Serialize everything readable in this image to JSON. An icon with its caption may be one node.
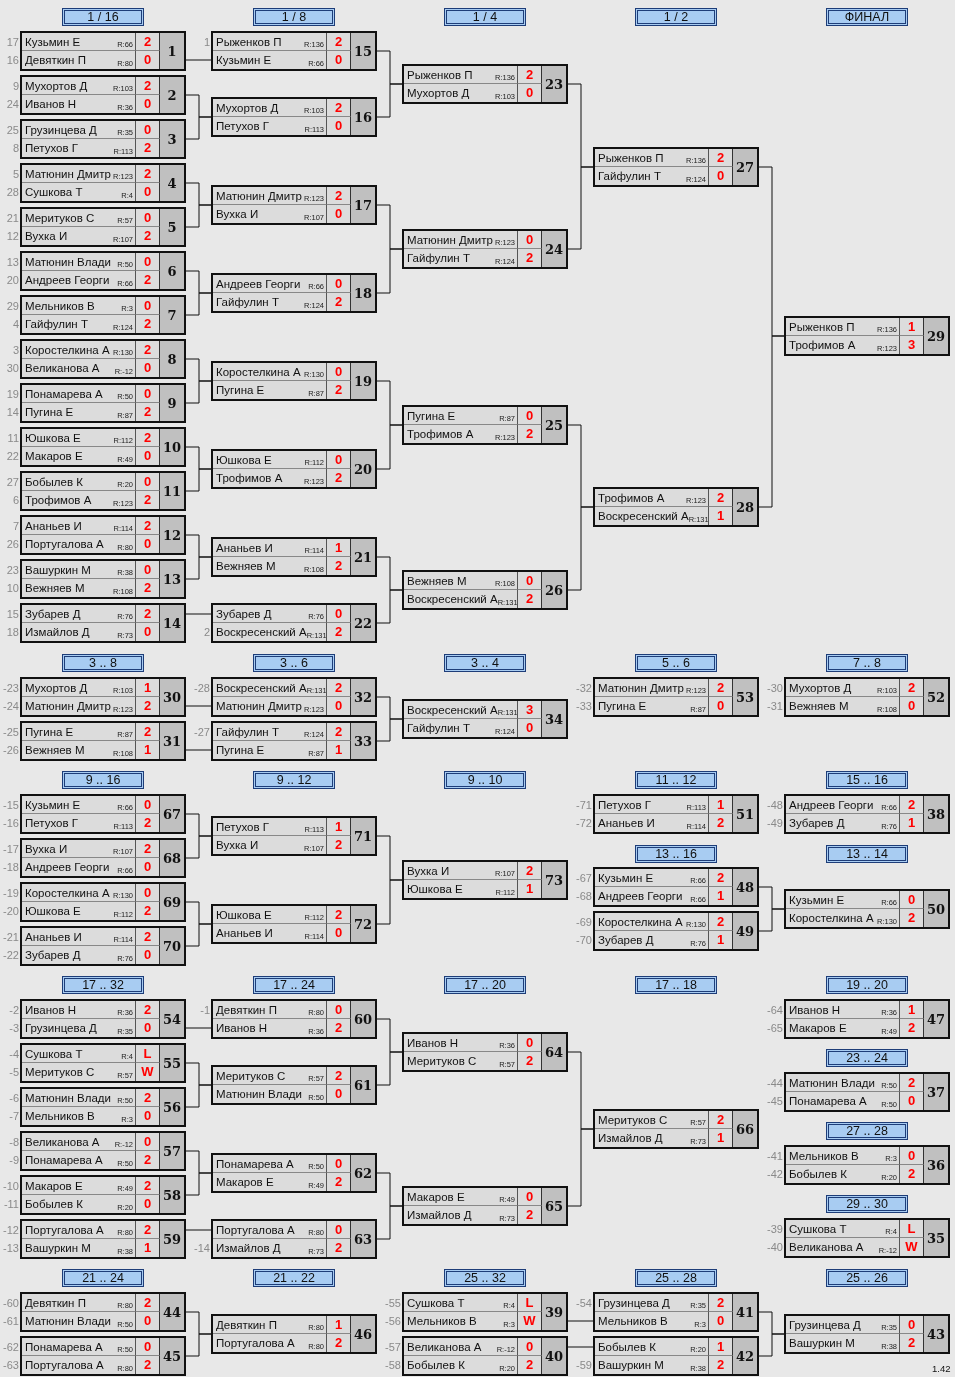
{
  "diagram": {
    "nodes": [
      {
        "text": [
          "1 / 16"
        ]
      },
      {
        "text": [
          "1 / 8"
        ]
      },
      {
        "text": [
          "1 / 4"
        ]
      },
      {
        "text": [
          "1 / 2"
        ]
      },
      {
        "text": [
          "ФИНАЛ"
        ]
      },
      {
        "text": [
          "Кузьмин Е",
          "R:66",
          "2",
          "Девяткин П",
          "R:80",
          "0",
          "1"
        ],
        "beside": [
          "17",
          "16"
        ]
      },
      {
        "text": [
          "Мухортов Д",
          "R:103",
          "2",
          "Иванов Н",
          "R:36",
          "0",
          "2"
        ],
        "beside": [
          "9",
          "24"
        ]
      },
      {
        "text": [
          "Грузинцева Д",
          "R:35",
          "0",
          "Петухов Г",
          "R:113",
          "2",
          "3"
        ],
        "beside": [
          "25",
          "8"
        ]
      },
      {
        "text": [
          "Матюнин Дмитр",
          "R:123",
          "2",
          "Сушкова Т",
          "R:4",
          "0",
          "4"
        ],
        "beside": [
          "5",
          "28"
        ]
      },
      {
        "text": [
          "Меритуков С",
          "R:57",
          "0",
          "Вухка И",
          "R:107",
          "2",
          "5"
        ],
        "beside": [
          "21",
          "12"
        ]
      },
      {
        "text": [
          "Матюнин Влади",
          "R:50",
          "0",
          "Андреев Георги",
          "R:66",
          "2",
          "6"
        ],
        "beside": [
          "13",
          "20"
        ]
      },
      {
        "text": [
          "Мельников В",
          "R:3",
          "0",
          "Гайфулин Т",
          "R:124",
          "2",
          "7"
        ],
        "beside": [
          "29",
          "4"
        ]
      },
      {
        "text": [
          "Коростелкина А",
          "R:130",
          "2",
          "Великанова А",
          "R:-12",
          "0",
          "8"
        ],
        "beside": [
          "3",
          "30"
        ]
      },
      {
        "text": [
          "Понамарева А",
          "R:50",
          "0",
          "Пугина Е",
          "R:87",
          "2",
          "9"
        ],
        "beside": [
          "19",
          "14"
        ]
      },
      {
        "text": [
          "Юшкова Е",
          "R:112",
          "2",
          "Макаров Е",
          "R:49",
          "0",
          "10"
        ],
        "beside": [
          "11",
          "22"
        ]
      },
      {
        "text": [
          "Бобылев К",
          "R:20",
          "0",
          "Трофимов А",
          "R:123",
          "2",
          "11"
        ],
        "beside": [
          "27",
          "6"
        ]
      },
      {
        "text": [
          "Ананьев И",
          "R:114",
          "2",
          "Португалова А",
          "R:80",
          "0",
          "12"
        ],
        "beside": [
          "7",
          "26"
        ]
      },
      {
        "text": [
          "Вашуркин М",
          "R:38",
          "0",
          "Вежняев М",
          "R:108",
          "2",
          "13"
        ],
        "beside": [
          "23",
          "10"
        ]
      },
      {
        "text": [
          "Зубарев Д",
          "R:76",
          "2",
          "Измайлов Д",
          "R:73",
          "0",
          "14"
        ],
        "beside": [
          "15",
          "18"
        ]
      },
      {
        "text": [
          "Рыженков П",
          "R:136",
          "2",
          "Кузьмин Е",
          "R:66",
          "0",
          "15"
        ],
        "beside": [
          "1"
        ]
      },
      {
        "text": [
          "Мухортов Д",
          "R:103",
          "2",
          "Петухов Г",
          "R:113",
          "0",
          "16"
        ]
      },
      {
        "text": [
          "Матюнин Дмитр",
          "R:123",
          "2",
          "Вухка И",
          "R:107",
          "0",
          "17"
        ]
      },
      {
        "text": [
          "Андреев Георги",
          "R:66",
          "0",
          "Гайфулин Т",
          "R:124",
          "2",
          "18"
        ]
      },
      {
        "text": [
          "Коростелкина А",
          "R:130",
          "0",
          "Пугина Е",
          "R:87",
          "2",
          "19"
        ]
      },
      {
        "text": [
          "Юшкова Е",
          "R:112",
          "0",
          "Трофимов А",
          "R:123",
          "2",
          "20"
        ]
      },
      {
        "text": [
          "Ананьев И",
          "R:114",
          "1",
          "Вежняев М",
          "R:108",
          "2",
          "21"
        ]
      },
      {
        "text": [
          "Зубарев Д",
          "R:76",
          "0",
          "Воскресенский А",
          "R:131",
          "2",
          "22"
        ],
        "beside": [
          "2"
        ]
      },
      {
        "text": [
          "Рыженков П",
          "R:136",
          "2",
          "Мухортов Д",
          "R:103",
          "0",
          "23"
        ]
      },
      {
        "text": [
          "Матюнин Дмитр",
          "R:123",
          "0",
          "Гайфулин Т",
          "R:124",
          "2",
          "24"
        ]
      },
      {
        "text": [
          "Пугина Е",
          "R:87",
          "0",
          "Трофимов А",
          "R:123",
          "2",
          "25"
        ]
      },
      {
        "text": [
          "Вежняев М",
          "R:108",
          "0",
          "Воскресенский А",
          "R:131",
          "2",
          "26"
        ]
      },
      {
        "text": [
          "Рыженков П",
          "R:136",
          "2",
          "Гайфулин Т",
          "R:124",
          "0",
          "27"
        ]
      },
      {
        "text": [
          "Трофимов А",
          "R:123",
          "2",
          "Воскресенский А",
          "R:131",
          "1",
          "28"
        ]
      },
      {
        "text": [
          "Рыженков П",
          "R:136",
          "1",
          "Трофимов А",
          "R:123",
          "3",
          "29"
        ]
      },
      {
        "text": [
          "3 .. 8"
        ]
      },
      {
        "text": [
          "3 .. 6"
        ]
      },
      {
        "text": [
          "3 .. 4"
        ]
      },
      {
        "text": [
          "5 .. 6"
        ]
      },
      {
        "text": [
          "7 .. 8"
        ]
      },
      {
        "text": [
          "Мухортов Д",
          "R:103",
          "1",
          "Матюнин Дмитр",
          "R:123",
          "2",
          "30"
        ],
        "beside": [
          "-23",
          "-24"
        ]
      },
      {
        "text": [
          "Пугина Е",
          "R:87",
          "2",
          "Вежняев М",
          "R:108",
          "1",
          "31"
        ],
        "beside": [
          "-25",
          "-26"
        ]
      },
      {
        "text": [
          "Воскресенский А",
          "R:131",
          "2",
          "Матюнин Дмитр",
          "R:123",
          "0",
          "32"
        ],
        "beside": [
          "-28"
        ]
      },
      {
        "text": [
          "Гайфулин Т",
          "R:124",
          "2",
          "Пугина Е",
          "R:87",
          "1",
          "33"
        ],
        "beside": [
          "-27"
        ]
      },
      {
        "text": [
          "Воскресенский А",
          "R:131",
          "3",
          "Гайфулин Т",
          "R:124",
          "0",
          "34"
        ]
      },
      {
        "text": [
          "Матюнин Дмитр",
          "R:123",
          "2",
          "Пугина Е",
          "R:87",
          "0",
          "53"
        ],
        "beside": [
          "-32",
          "-33"
        ]
      },
      {
        "text": [
          "Мухортов Д",
          "R:103",
          "2",
          "Вежняев М",
          "R:108",
          "0",
          "52"
        ],
        "beside": [
          "-30",
          "-31"
        ]
      },
      {
        "text": [
          "9 .. 16"
        ]
      },
      {
        "text": [
          "9 .. 12"
        ]
      },
      {
        "text": [
          "9 .. 10"
        ]
      },
      {
        "text": [
          "11 .. 12"
        ]
      },
      {
        "text": [
          "15 .. 16"
        ]
      },
      {
        "text": [
          "Кузьмин Е",
          "R:66",
          "0",
          "Петухов Г",
          "R:113",
          "2",
          "67"
        ],
        "beside": [
          "-15",
          "-16"
        ]
      },
      {
        "text": [
          "Вухка И",
          "R:107",
          "2",
          "Андреев Георги",
          "R:66",
          "0",
          "68"
        ],
        "beside": [
          "-17",
          "-18"
        ]
      },
      {
        "text": [
          "Коростелкина А",
          "R:130",
          "0",
          "Юшкова Е",
          "R:112",
          "2",
          "69"
        ],
        "beside": [
          "-19",
          "-20"
        ]
      },
      {
        "text": [
          "Ананьев И",
          "R:114",
          "2",
          "Зубарев Д",
          "R:76",
          "0",
          "70"
        ],
        "beside": [
          "-21",
          "-22"
        ]
      },
      {
        "text": [
          "Петухов Г",
          "R:113",
          "1",
          "Вухка И",
          "R:107",
          "2",
          "71"
        ]
      },
      {
        "text": [
          "Юшкова Е",
          "R:112",
          "2",
          "Ананьев И",
          "R:114",
          "0",
          "72"
        ]
      },
      {
        "text": [
          "Вухка И",
          "R:107",
          "2",
          "Юшкова Е",
          "R:112",
          "1",
          "73"
        ]
      },
      {
        "text": [
          "Петухов Г",
          "R:113",
          "1",
          "Ананьев И",
          "R:114",
          "2",
          "51"
        ],
        "beside": [
          "-71",
          "-72"
        ]
      },
      {
        "text": [
          "Андреев Георги",
          "R:66",
          "2",
          "Зубарев Д",
          "R:76",
          "1",
          "38"
        ],
        "beside": [
          "-48",
          "-49"
        ]
      },
      {
        "text": [
          "13 .. 16"
        ]
      },
      {
        "text": [
          "13 .. 14"
        ]
      },
      {
        "text": [
          "Кузьмин Е",
          "R:66",
          "2",
          "Андреев Георги",
          "R:66",
          "1",
          "48"
        ],
        "beside": [
          "-67",
          "-68"
        ]
      },
      {
        "text": [
          "Коростелкина А",
          "R:130",
          "2",
          "Зубарев Д",
          "R:76",
          "1",
          "49"
        ],
        "beside": [
          "-69",
          "-70"
        ]
      },
      {
        "text": [
          "Кузьмин Е",
          "R:66",
          "0",
          "Коростелкина А",
          "R:130",
          "2",
          "50"
        ]
      },
      {
        "text": [
          "17 .. 32"
        ]
      },
      {
        "text": [
          "17 .. 24"
        ]
      },
      {
        "text": [
          "17 .. 20"
        ]
      },
      {
        "text": [
          "17 .. 18"
        ]
      },
      {
        "text": [
          "19 .. 20"
        ]
      },
      {
        "text": [
          "Иванов Н",
          "R:36",
          "2",
          "Грузинцева Д",
          "R:35",
          "0",
          "54"
        ],
        "beside": [
          "-2",
          "-3"
        ]
      },
      {
        "text": [
          "Сушкова Т",
          "R:4",
          "L",
          "Меритуков С",
          "R:57",
          "W",
          "55"
        ],
        "beside": [
          "-4",
          "-5"
        ]
      },
      {
        "text": [
          "Матюнин Влади",
          "R:50",
          "2",
          "Мельников В",
          "R:3",
          "0",
          "56"
        ],
        "beside": [
          "-6",
          "-7"
        ]
      },
      {
        "text": [
          "Великанова А",
          "R:-12",
          "0",
          "Понамарева А",
          "R:50",
          "2",
          "57"
        ],
        "beside": [
          "-8",
          "-9"
        ]
      },
      {
        "text": [
          "Макаров Е",
          "R:49",
          "2",
          "Бобылев К",
          "R:20",
          "0",
          "58"
        ],
        "beside": [
          "-10",
          "-11"
        ]
      },
      {
        "text": [
          "Португалова А",
          "R:80",
          "2",
          "Вашуркин М",
          "R:38",
          "1",
          "59"
        ],
        "beside": [
          "-12",
          "-13"
        ]
      },
      {
        "text": [
          "Девяткин П",
          "R:80",
          "0",
          "Иванов Н",
          "R:36",
          "2",
          "60"
        ],
        "beside": [
          "-1"
        ]
      },
      {
        "text": [
          "Меритуков С",
          "R:57",
          "2",
          "Матюнин Влади",
          "R:50",
          "0",
          "61"
        ]
      },
      {
        "text": [
          "Понамарева А",
          "R:50",
          "0",
          "Макаров Е",
          "R:49",
          "2",
          "62"
        ]
      },
      {
        "text": [
          "Португалова А",
          "R:80",
          "0",
          "Измайлов Д",
          "R:73",
          "2",
          "63"
        ],
        "beside": [
          "-14"
        ]
      },
      {
        "text": [
          "Иванов Н",
          "R:36",
          "0",
          "Меритуков С",
          "R:57",
          "2",
          "64"
        ]
      },
      {
        "text": [
          "Макаров Е",
          "R:49",
          "0",
          "Измайлов Д",
          "R:73",
          "2",
          "65"
        ]
      },
      {
        "text": [
          "Меритуков С",
          "R:57",
          "2",
          "Измайлов Д",
          "R:73",
          "1",
          "66"
        ]
      },
      {
        "text": [
          "Иванов Н",
          "R:36",
          "1",
          "Макаров Е",
          "R:49",
          "2",
          "47"
        ],
        "beside": [
          "-64",
          "-65"
        ]
      },
      {
        "text": [
          "23 .. 24"
        ]
      },
      {
        "text": [
          "Матюнин Влади",
          "R:50",
          "2",
          "Понамарева А",
          "R:50",
          "0",
          "37"
        ],
        "beside": [
          "-44",
          "-45"
        ]
      },
      {
        "text": [
          "27 .. 28"
        ]
      },
      {
        "text": [
          "Мельников В",
          "R:3",
          "0",
          "Бобылев К",
          "R:20",
          "2",
          "36"
        ],
        "beside": [
          "-41",
          "-42"
        ]
      },
      {
        "text": [
          "29 .. 30"
        ]
      },
      {
        "text": [
          "Сушкова Т",
          "R:4",
          "L",
          "Великанова А",
          "R:-12",
          "W",
          "35"
        ],
        "beside": [
          "-39",
          "-40"
        ]
      },
      {
        "text": [
          "21 .. 24"
        ]
      },
      {
        "text": [
          "21 .. 22"
        ]
      },
      {
        "text": [
          "25 .. 32"
        ]
      },
      {
        "text": [
          "25 .. 28"
        ]
      },
      {
        "text": [
          "25 .. 26"
        ]
      },
      {
        "text": [
          "Девяткин П",
          "R:80",
          "2",
          "Матюнин Влади",
          "R:50",
          "0",
          "44"
        ],
        "beside": [
          "-60",
          "-61"
        ]
      },
      {
        "text": [
          "Понамарева А",
          "R:50",
          "0",
          "Португалова А",
          "R:80",
          "2",
          "45"
        ],
        "beside": [
          "-62",
          "-63"
        ]
      },
      {
        "text": [
          "Девяткин П",
          "R:80",
          "1",
          "Португалова А",
          "R:80",
          "2",
          "46"
        ]
      },
      {
        "text": [
          "Сушкова Т",
          "R:4",
          "L",
          "Мельников В",
          "R:3",
          "W",
          "39"
        ],
        "beside": [
          "-55",
          "-56"
        ]
      },
      {
        "text": [
          "Великанова А",
          "R:-12",
          "0",
          "Бобылев К",
          "R:20",
          "2",
          "40"
        ],
        "beside": [
          "-57",
          "-58"
        ]
      },
      {
        "text": [
          "Грузинцева Д",
          "R:35",
          "2",
          "Мельников В",
          "R:3",
          "0",
          "41"
        ],
        "beside": [
          "-54"
        ]
      },
      {
        "text": [
          "Бобылев К",
          "R:20",
          "1",
          "Вашуркин М",
          "R:38",
          "2",
          "42"
        ],
        "beside": [
          "-59"
        ]
      },
      {
        "text": [
          "Грузинцева Д",
          "R:35",
          "0",
          "Вашуркин М",
          "R:38",
          "2",
          "43"
        ]
      }
    ],
    "edges": [
      {
        "from": 5,
        "to": 19,
        "arrow": "none"
      },
      {
        "from": 6,
        "to": 20,
        "arrow": "none"
      },
      {
        "from": 7,
        "to": 20,
        "arrow": "none"
      },
      {
        "from": 8,
        "to": 21,
        "arrow": "none"
      },
      {
        "from": 9,
        "to": 21,
        "arrow": "none"
      },
      {
        "from": 10,
        "to": 22,
        "arrow": "none"
      },
      {
        "from": 11,
        "to": 22,
        "arrow": "none"
      },
      {
        "from": 12,
        "to": 23,
        "arrow": "none"
      },
      {
        "from": 13,
        "to": 23,
        "arrow": "none"
      },
      {
        "from": 14,
        "to": 24,
        "arrow": "none"
      },
      {
        "from": 15,
        "to": 24,
        "arrow": "none"
      },
      {
        "from": 16,
        "to": 25,
        "arrow": "none"
      },
      {
        "from": 17,
        "to": 25,
        "arrow": "none"
      },
      {
        "from": 18,
        "to": 26,
        "arrow": "none"
      },
      {
        "from": 19,
        "to": 27,
        "arrow": "none"
      },
      {
        "from": 20,
        "to": 27,
        "arrow": "none"
      },
      {
        "from": 21,
        "to": 28,
        "arrow": "none"
      },
      {
        "from": 22,
        "to": 28,
        "arrow": "none"
      },
      {
        "from": 23,
        "to": 29,
        "arrow": "none"
      },
      {
        "from": 24,
        "to": 29,
        "arrow": "none"
      },
      {
        "from": 25,
        "to": 30,
        "arrow": "none"
      },
      {
        "from": 26,
        "to": 30,
        "arrow": "none"
      },
      {
        "from": 27,
        "to": 31,
        "arrow": "none"
      },
      {
        "from": 28,
        "to": 31,
        "arrow": "none"
      },
      {
        "from": 29,
        "to": 32,
        "arrow": "none"
      },
      {
        "from": 30,
        "to": 32,
        "arrow": "none"
      },
      {
        "from": 31,
        "to": 33,
        "arrow": "none"
      },
      {
        "from": 32,
        "to": 33,
        "arrow": "none"
      },
      {
        "from": 39,
        "to": 41,
        "arrow": "none"
      },
      {
        "from": 40,
        "to": 42,
        "arrow": "none"
      },
      {
        "from": 41,
        "to": 43,
        "arrow": "none"
      },
      {
        "from": 42,
        "to": 43,
        "arrow": "none"
      },
      {
        "from": 51,
        "to": 55,
        "arrow": "none"
      },
      {
        "from": 52,
        "to": 55,
        "arrow": "none"
      },
      {
        "from": 53,
        "to": 56,
        "arrow": "none"
      },
      {
        "from": 54,
        "to": 56,
        "arrow": "none"
      },
      {
        "from": 55,
        "to": 57,
        "arrow": "none"
      },
      {
        "from": 56,
        "to": 57,
        "arrow": "none"
      },
      {
        "from": 62,
        "to": 64,
        "arrow": "none"
      },
      {
        "from": 63,
        "to": 64,
        "arrow": "none"
      },
      {
        "from": 70,
        "to": 76,
        "arrow": "none"
      },
      {
        "from": 71,
        "to": 77,
        "arrow": "none"
      },
      {
        "from": 72,
        "to": 77,
        "arrow": "none"
      },
      {
        "from": 73,
        "to": 78,
        "arrow": "none"
      },
      {
        "from": 74,
        "to": 78,
        "arrow": "none"
      },
      {
        "from": 75,
        "to": 79,
        "arrow": "none"
      },
      {
        "from": 76,
        "to": 80,
        "arrow": "none"
      },
      {
        "from": 77,
        "to": 80,
        "arrow": "none"
      },
      {
        "from": 78,
        "to": 81,
        "arrow": "none"
      },
      {
        "from": 79,
        "to": 81,
        "arrow": "none"
      },
      {
        "from": 80,
        "to": 82,
        "arrow": "none"
      },
      {
        "from": 81,
        "to": 82,
        "arrow": "none"
      },
      {
        "from": 95,
        "to": 97,
        "arrow": "none"
      },
      {
        "from": 96,
        "to": 97,
        "arrow": "none"
      },
      {
        "from": 98,
        "to": 100,
        "arrow": "none"
      },
      {
        "from": 99,
        "to": 101,
        "arrow": "none"
      },
      {
        "from": 100,
        "to": 102,
        "arrow": "none"
      },
      {
        "from": 101,
        "to": 102,
        "arrow": "none"
      }
    ],
    "labels": [
      "1.42"
    ]
  }
}
